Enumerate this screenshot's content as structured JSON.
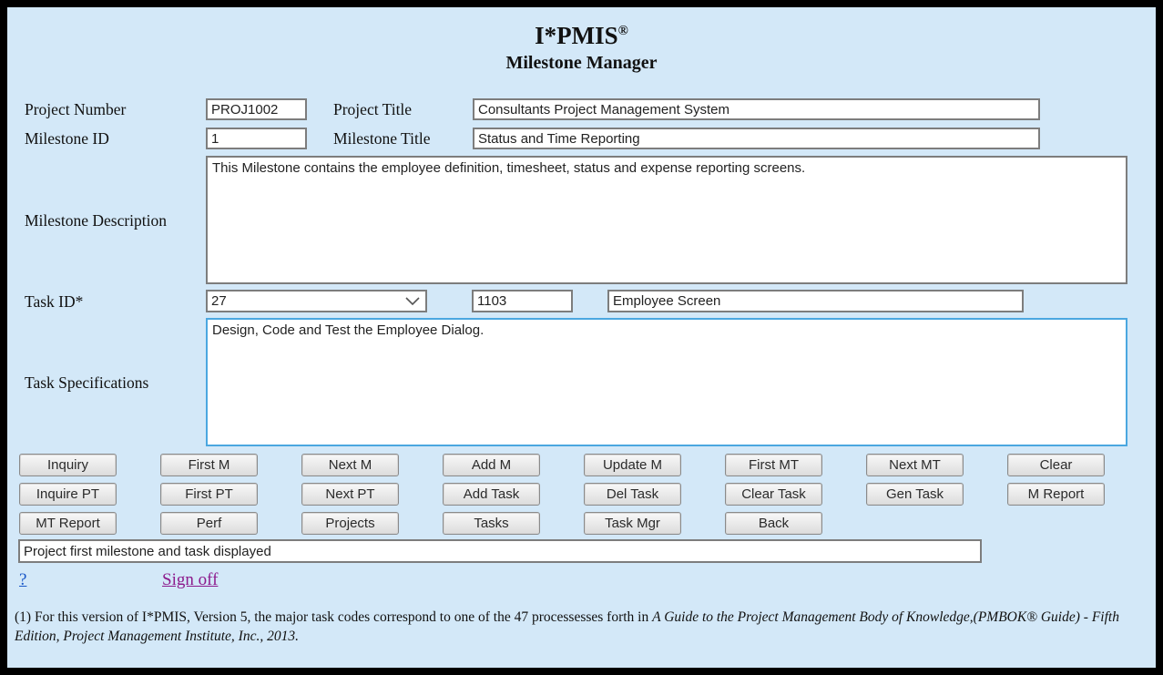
{
  "app": {
    "title": "I*PMIS",
    "registered_mark": "®",
    "subtitle": "Milestone Manager"
  },
  "fields": {
    "project_number": {
      "label": "Project Number",
      "value": "PROJ1002"
    },
    "project_title": {
      "label": "Project Title",
      "value": "Consultants Project Management System"
    },
    "milestone_id": {
      "label": "Milestone ID",
      "value": "1"
    },
    "milestone_title": {
      "label": "Milestone Title",
      "value": "Status and Time Reporting"
    },
    "milestone_description": {
      "label": "Milestone Description",
      "value": "This Milestone contains the employee definition, timesheet, status and expense reporting screens."
    },
    "task_id": {
      "label": "Task ID*",
      "selected_option": "27",
      "task_code": "1103",
      "task_name": "Employee Screen"
    },
    "task_specifications": {
      "label": "Task Specifications",
      "value": "Design, Code and Test the Employee Dialog."
    }
  },
  "buttons": {
    "rows": [
      [
        "Inquiry",
        "First M",
        "Next M",
        "Add M",
        "Update M",
        "First MT",
        "Next MT",
        "Clear"
      ],
      [
        "Inquire PT",
        "First PT",
        "Next PT",
        "Add Task",
        "Del Task",
        "Clear Task",
        "Gen Task",
        "M Report"
      ],
      [
        "MT Report",
        "Perf",
        "Projects",
        "Tasks",
        "Task Mgr",
        "Back"
      ]
    ]
  },
  "status": {
    "value": "Project first milestone and task displayed"
  },
  "links": {
    "help": "?",
    "sign_off": "Sign off"
  },
  "footnote": {
    "regular": "(1) For this version of I*PMIS, Version 5, the major task codes correspond to one of the 47 processesses forth in ",
    "italic": "A Guide to the Project Management Body of Knowledge,(PMBOK® Guide) - Fifth Edition, Project Management Institute, Inc., 2013."
  },
  "colors": {
    "frame": "#000000",
    "background": "#d3e8f8",
    "focused_field_border": "#4ba7e0",
    "help_link": "#1a57c8",
    "signoff_link": "#8c1a8c"
  }
}
